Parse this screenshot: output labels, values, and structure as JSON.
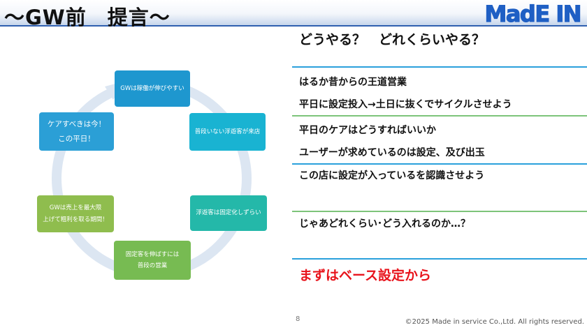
{
  "header": {
    "title": "～GW前　提言～",
    "logo_text": "MadE IN"
  },
  "right_panel": {
    "question": "どうやる？　どれくらいやる？",
    "lines": [
      "はるか昔からの王道営業",
      "平日に設定投入→土日に抜くでサイクルさせよう",
      "平日のケアはどうすればいいか",
      "ユーザーが求めているのは設定、及び出玉",
      "この店に設定が入っているを認識させよう",
      "じゃあどれくらい･どう入れるのか…？"
    ],
    "highlight": "まずはベース設定から"
  },
  "cycle": {
    "boxes": [
      {
        "label": "GWは稼働が伸びやすい",
        "color": "#1e97cf"
      },
      {
        "label": "普段いない浮遊客が来店",
        "color": "#19b3d2"
      },
      {
        "label": "浮遊客は固定化しずらい",
        "color": "#24b8a9"
      },
      {
        "label": "固定客を伸ばすには\n普段の営業",
        "color": "#77bb52"
      },
      {
        "label": "GWは売上を最大限\n上げて粗利を取る期間！",
        "color": "#8fbd4e"
      },
      {
        "label": "ケアすべきは今！\nこの平日！",
        "color": "#2b9fd6"
      }
    ]
  },
  "footer": {
    "page_number": "8",
    "copyright": "©2025 Made in service Co.,Ltd. All rights reserved."
  },
  "colors": {
    "header_line": "#2f5fb0",
    "logo_blue": "#1f5fc4",
    "divider_blue": "#2aa0dc",
    "divider_green": "#7dc47a",
    "highlight_red": "#e8141c",
    "cycle_ring": "#dce6f2"
  }
}
